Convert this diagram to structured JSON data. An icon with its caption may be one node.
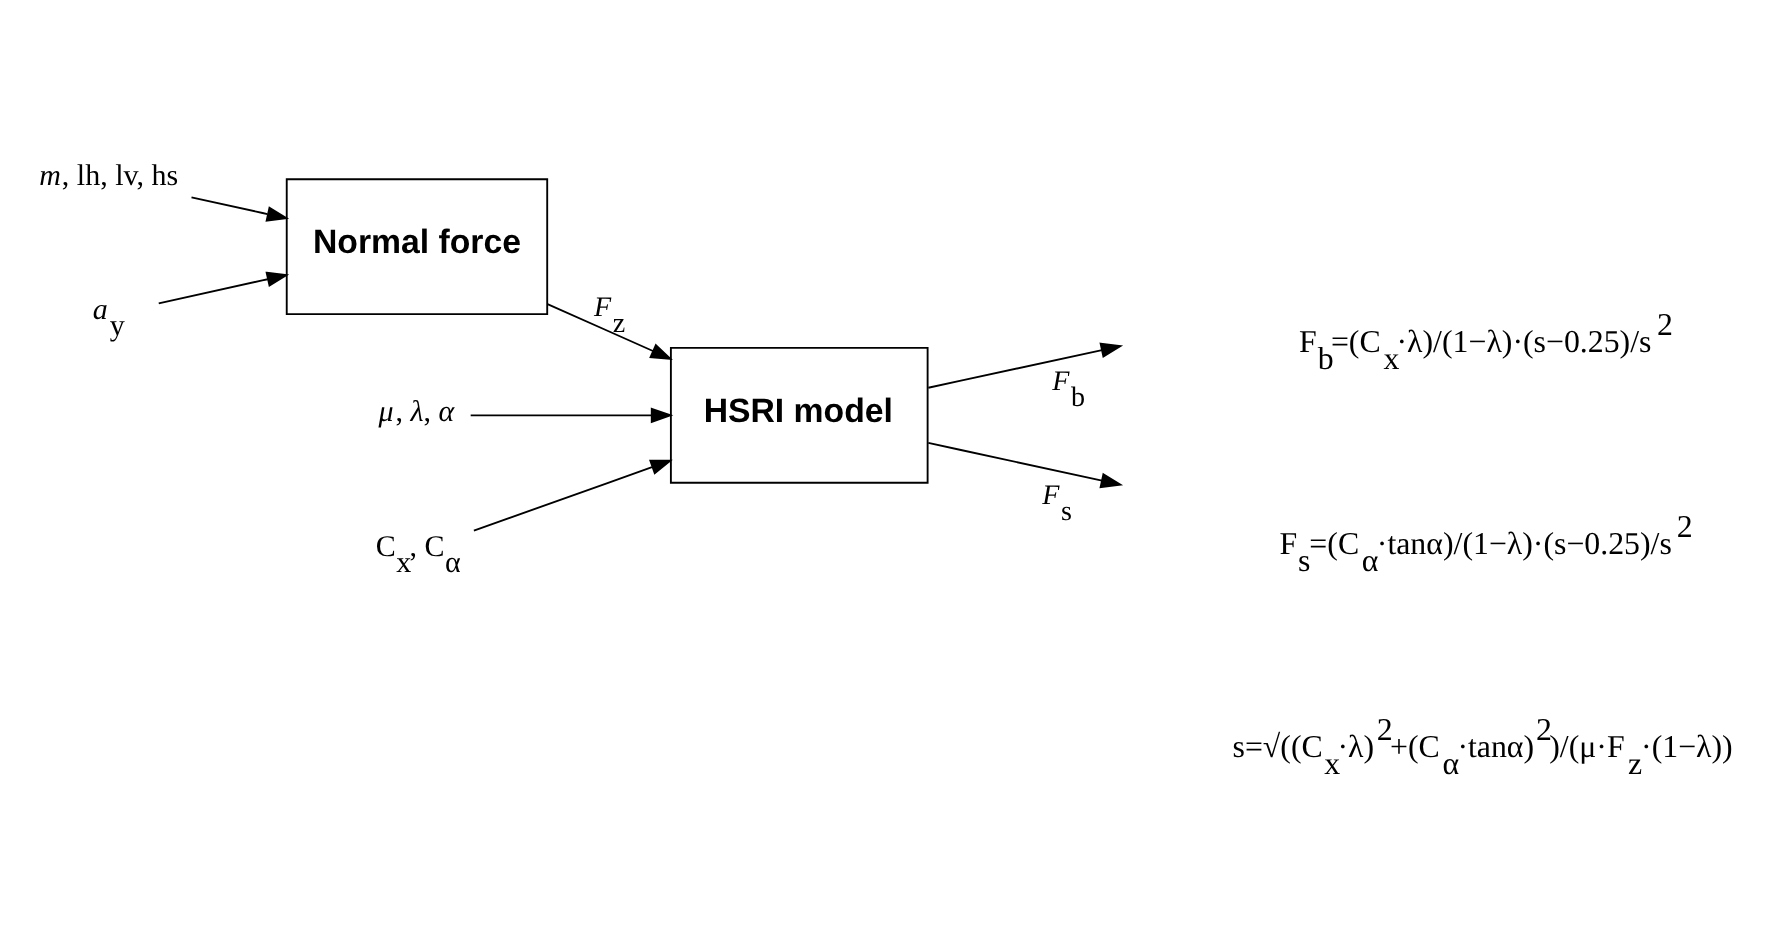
{
  "diagram": {
    "nodes": [
      {
        "text": [
          "*m*, lh, lv, hs"
        ]
      },
      {
        "text": [
          "*a*$_{y}$"
        ]
      },
      {
        "text": [
          "Normal force"
        ]
      },
      {
        "text": [
          "*μ*, *λ*, *α*"
        ]
      },
      {
        "text": [
          "HSRI model"
        ]
      },
      {
        "text": [
          "C$_{x}$, C$_{α}$"
        ]
      }
    ],
    "edges": [
      {
        "from": 0,
        "to": 2,
        "arrow": "to"
      },
      {
        "from": 1,
        "to": 2,
        "arrow": "to"
      },
      {
        "from": 2,
        "to": 4,
        "arrow": "to",
        "label": "*F*$_{z}$"
      },
      {
        "from": 3,
        "to": 4,
        "arrow": "to"
      },
      {
        "from": 5,
        "to": 4,
        "arrow": "to"
      },
      {
        "from": 4,
        "to": null,
        "arrow": "to",
        "label": "*F*$_{b}$"
      },
      {
        "from": 4,
        "to": null,
        "arrow": "to",
        "label": "*F*$_{s}$"
      }
    ],
    "labels": [
      "F$_{b}$=(C$_{x}$·λ)/(1−λ)·(s−0.25)/s$^{2}$",
      "F$_{s}$=(C$_{α}$·tanα)/(1−λ)·(s−0.25)/s$^{2}$",
      "s=√((C$_{x}$·λ)$^{2}$+(C$_{α}$·tanα)$^{2}$)/(μ·F$_{z}$·(1−λ))"
    ]
  }
}
